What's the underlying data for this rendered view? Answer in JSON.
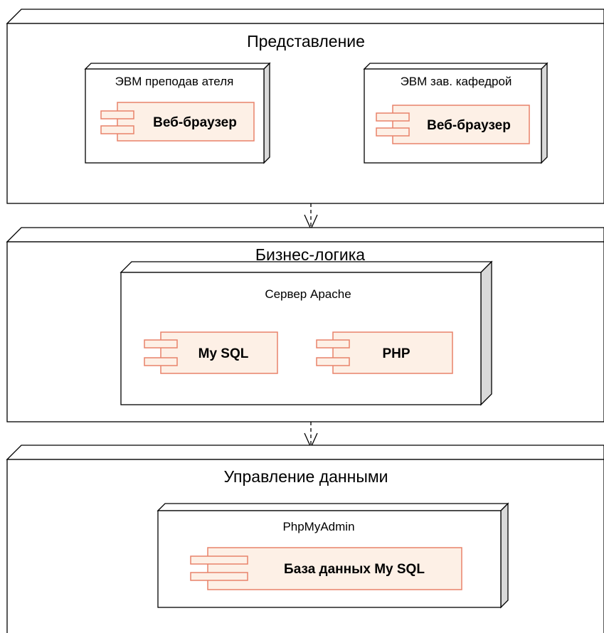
{
  "tiers": [
    {
      "name": "Представление",
      "nodes": [
        {
          "name": "ЭВМ преподав ателя",
          "component": "Веб-браузер"
        },
        {
          "name": "ЭВМ зав. кафедрой",
          "component": "Веб-браузер"
        }
      ]
    },
    {
      "name": "Бизнес-логика",
      "nodes": [
        {
          "name": "Сервер Apache",
          "components": [
            "My SQL",
            "PHP"
          ]
        }
      ]
    },
    {
      "name": "Управление данными",
      "nodes": [
        {
          "name": "PhpMyAdmin",
          "component": "База данных My SQL"
        }
      ]
    }
  ],
  "colors": {
    "component_fill": "#fdf0e6",
    "component_stroke": "#e8826a",
    "node_side": "#d9d9d9"
  }
}
